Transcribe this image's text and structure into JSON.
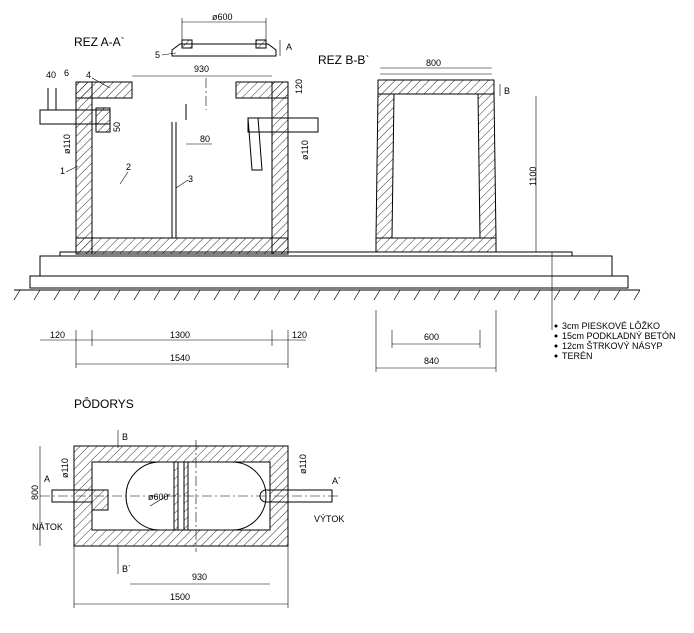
{
  "section_aa": {
    "title": "REZ  A-A`",
    "dims": {
      "cover_diameter": "ø600",
      "inner_width": "930",
      "wall_left": "120",
      "inner_length": "1300",
      "wall_right": "120",
      "total_length": "1540",
      "pipe_height": "50",
      "baffle_gap": "80",
      "top_thickness": "120",
      "pipe_in": "ø110",
      "pipe_out": "ø110",
      "pipe_offset": "40"
    },
    "callouts": [
      "1",
      "2",
      "3",
      "4",
      "5",
      "6"
    ],
    "marker": "A"
  },
  "section_bb": {
    "title": "REZ  B-B`",
    "dims": {
      "top_width": "800",
      "height": "1100",
      "inner_bottom": "600",
      "bottom_width": "840"
    },
    "marker": "B"
  },
  "legend": {
    "items": [
      "3cm  PIESKOVÉ  LÔŽKO",
      "15cm  PODKLADNÝ  BETÓN",
      "12cm  ŠTRKOVÝ  NÁSYP",
      "TERÉN"
    ]
  },
  "plan": {
    "title": "PÔDORYS",
    "dims": {
      "width": "800",
      "inner": "930",
      "total": "1500",
      "pipe_in": "ø110",
      "pipe_out": "ø110",
      "manhole": "ø600"
    },
    "inlet": "NÁTOK",
    "outlet": "VÝTOK",
    "markers": {
      "a_left": "A",
      "a_right": "A`",
      "b_top": "B",
      "b_bottom": "B`"
    }
  }
}
